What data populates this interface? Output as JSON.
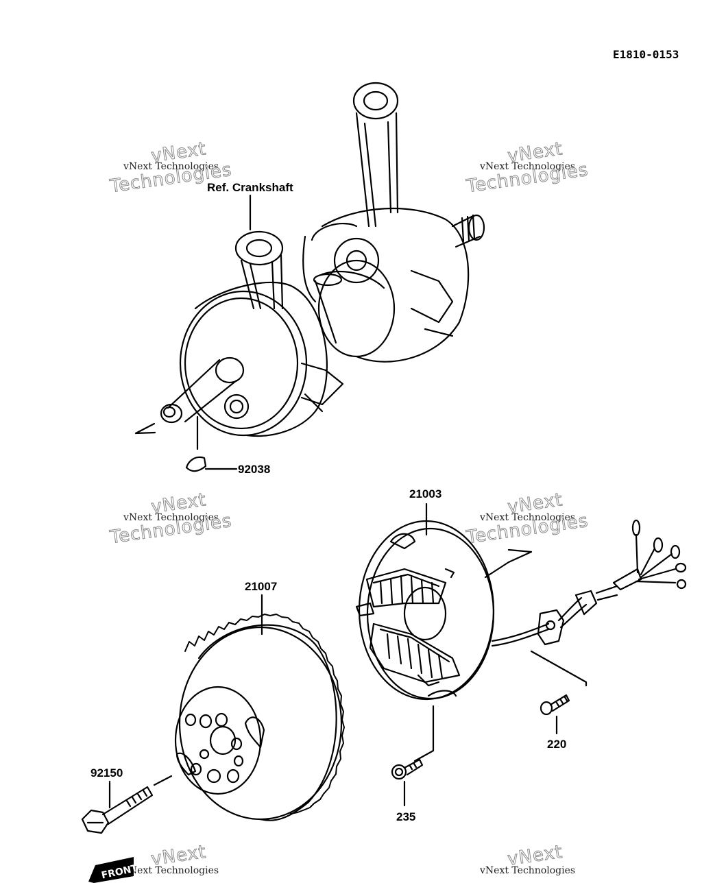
{
  "diagram_code": "E1810-0153",
  "labels": {
    "ref_crankshaft": "Ref. Crankshaft",
    "part_92038": "92038",
    "part_21003": "21003",
    "part_21007": "21007",
    "part_92150": "92150",
    "part_235": "235",
    "part_220": "220"
  },
  "watermark": {
    "brand": "vNext",
    "line1": "vNext Technologies",
    "line2": "Technologies"
  },
  "front_badge": "FRONT"
}
